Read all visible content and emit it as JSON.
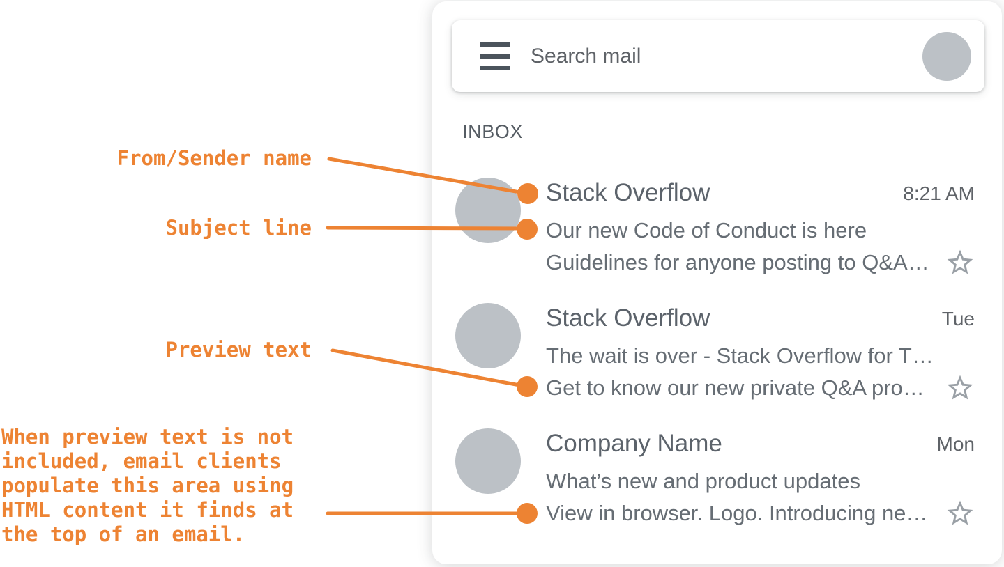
{
  "page": {
    "background_color": "#FFFFFF",
    "accent_color": "#ED8333"
  },
  "annotations": {
    "from_label": "From/Sender name",
    "subject_label": "Subject line",
    "preview_label": "Preview text",
    "note_lines": [
      "When preview text is not",
      "included, email clients",
      "populate this area using",
      "HTML content it finds at",
      "the top of an email."
    ]
  },
  "mail_app": {
    "search": {
      "placeholder": "Search mail"
    },
    "section_label": "INBOX",
    "colors": {
      "text_primary": "#5C636B",
      "text_secondary": "#666D74",
      "avatar_gray": "#BCC1C6",
      "star_gray": "#9AA0A6",
      "menu_icon": "#4B545C"
    },
    "emails": [
      {
        "sender": "Stack Overflow",
        "time": "8:21 AM",
        "subject": "Our new Code of Conduct is here",
        "preview": "Guidelines for anyone posting to Q&A…"
      },
      {
        "sender": "Stack Overflow",
        "time": "Tue",
        "subject": "The wait is over - Stack Overflow for T…",
        "preview": "Get to know our new private Q&A pro…"
      },
      {
        "sender": "Company Name",
        "time": "Mon",
        "subject": "What’s new and product updates",
        "preview": "View in browser. Logo. Introducing ne…"
      }
    ]
  }
}
